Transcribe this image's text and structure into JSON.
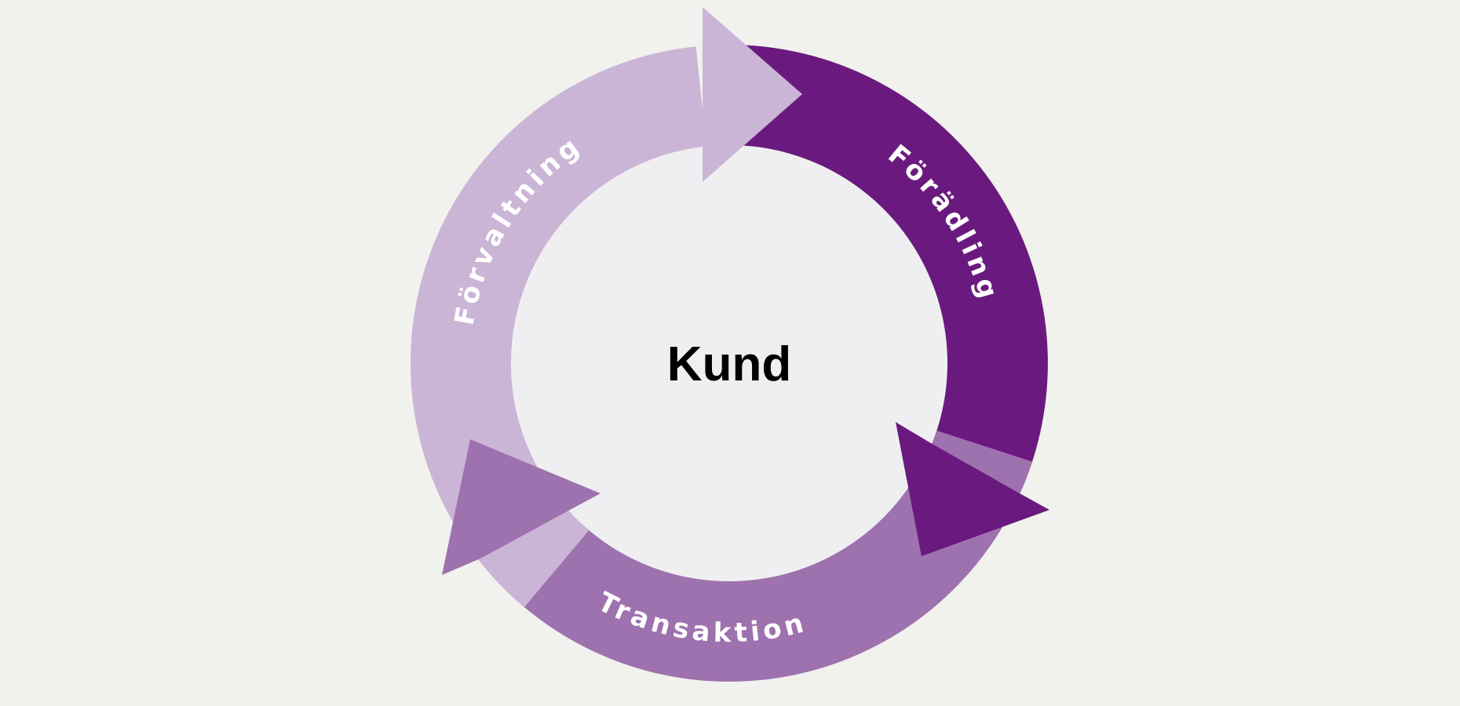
{
  "center_label": "Kund",
  "stages": [
    {
      "label": "Förädling",
      "color": "#6a1a7e"
    },
    {
      "label": "Transaktion",
      "color": "#9e72ae"
    },
    {
      "label": "Förvaltning",
      "color": "#cbb5d6"
    }
  ],
  "colors": {
    "background": "#f1f1ed",
    "inner": "#efeff1"
  }
}
